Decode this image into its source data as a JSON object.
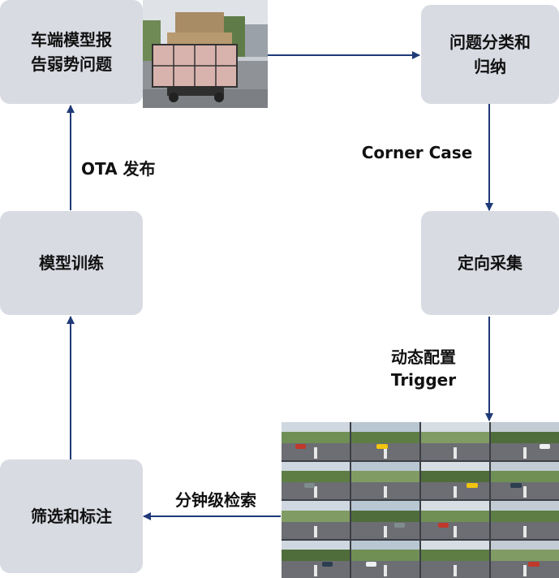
{
  "nodes": {
    "report": "车端模型报\n告弱势问题",
    "classify": "问题分类和\n归纳",
    "collect": "定向采集",
    "train": "模型训练",
    "filter": "筛选和标注"
  },
  "edge_labels": {
    "corner_case": "Corner Case",
    "trigger": "动态配置\nTrigger",
    "ota": "OTA 发布",
    "retrieval": "分钟级检索"
  },
  "colors": {
    "node_fill": "#d9dbe3",
    "arrow": "#1f3a78"
  },
  "images": {
    "report_photo": "street-photo-cart-with-boxes",
    "retrieval_grid": "dashcam-thumbnail-grid"
  }
}
